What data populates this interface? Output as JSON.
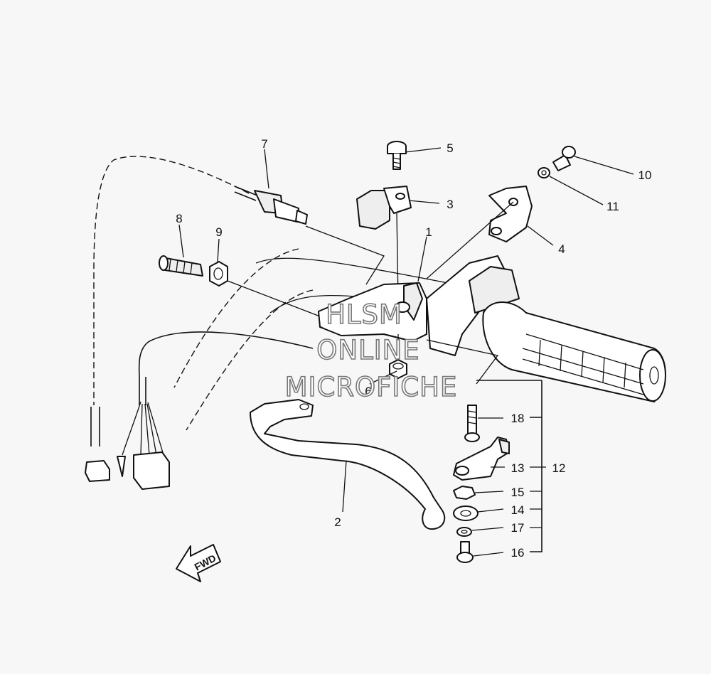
{
  "watermark": {
    "line1": "HLSM",
    "line2": "ONLINE",
    "line3": "MICROFICHE"
  },
  "fwd_label": "FWD",
  "callouts": {
    "c1": "1",
    "c2": "2",
    "c3": "3",
    "c4": "4",
    "c5": "5",
    "c6": "6",
    "c7": "7",
    "c8": "8",
    "c9": "9",
    "c10": "10",
    "c11": "11",
    "c12": "12",
    "c13": "13",
    "c14": "14",
    "c15": "15",
    "c16": "16",
    "c17": "17",
    "c18": "18"
  },
  "icons": [
    "fwd-arrow-icon"
  ],
  "colors": {
    "line": "#111111",
    "paper": "#f7f7f7",
    "watermark_outline": "#777777"
  }
}
